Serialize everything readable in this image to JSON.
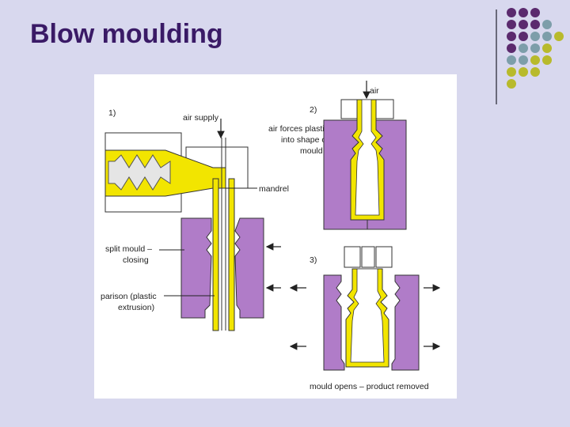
{
  "slide": {
    "title": "Blow moulding"
  },
  "colors": {
    "background": "#d8d8ee",
    "title": "#3a1a66",
    "mould": "#b07cc8",
    "plastic": "#f2e500",
    "dot_purple": "#5b2a6e",
    "dot_teal": "#7d9eaa",
    "dot_yellow": "#b8ba2c"
  },
  "diagram": {
    "step1": {
      "number": "1)",
      "air_supply": "air supply",
      "mandrel": "mandrel",
      "split_mould_line1": "split mould –",
      "split_mould_line2": "closing",
      "parison_line1": "parison (plastic",
      "parison_line2": "extrusion)"
    },
    "step2": {
      "number": "2)",
      "air": "air",
      "forces_line1": "air forces plastic",
      "forces_line2": "into shape of",
      "forces_line3": "mould"
    },
    "step3": {
      "number": "3)",
      "caption": "mould opens – product removed"
    }
  }
}
